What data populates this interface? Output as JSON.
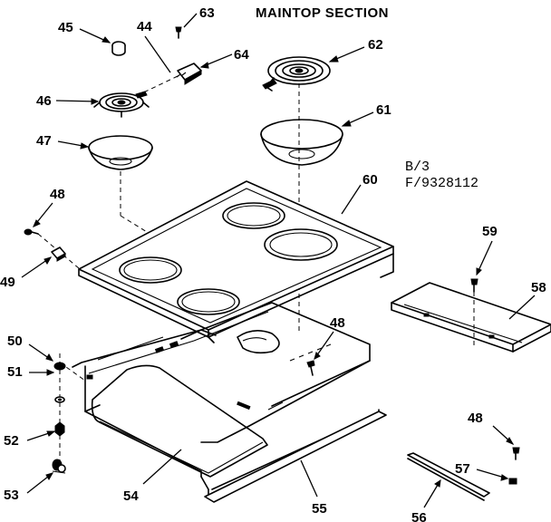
{
  "title": "MAINTOP SECTION",
  "model_code": {
    "line1": "B/3",
    "line2": "F/9328112"
  },
  "callouts": {
    "c45": "45",
    "c44": "44",
    "c63": "63",
    "c64": "64",
    "c62": "62",
    "c46": "46",
    "c47": "47",
    "c61": "61",
    "c60": "60",
    "c48a": "48",
    "c49": "49",
    "c59": "59",
    "c58": "58",
    "c50": "50",
    "c48b": "48",
    "c51": "51",
    "c52": "52",
    "c53": "53",
    "c54": "54",
    "c55": "55",
    "c48c": "48",
    "c57": "57",
    "c56": "56"
  }
}
